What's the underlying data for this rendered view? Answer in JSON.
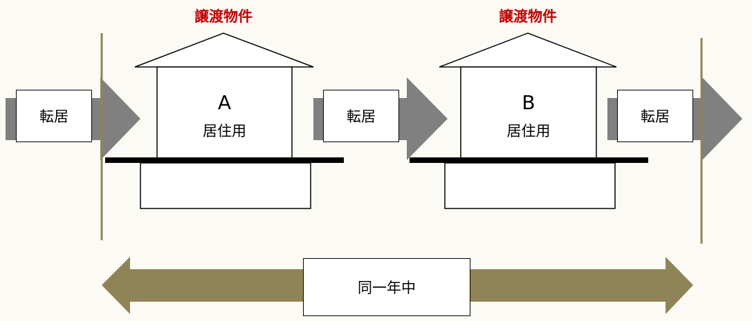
{
  "labels": {
    "transfer_property": "譲渡物件",
    "relocation": "転居",
    "residential": "居住用",
    "house_a": "A",
    "house_b": "B",
    "same_year": "同一年中"
  },
  "colors": {
    "olive": "#8f8455",
    "gray": "#808080",
    "red": "#c00000",
    "background": "#fbfaf5"
  }
}
